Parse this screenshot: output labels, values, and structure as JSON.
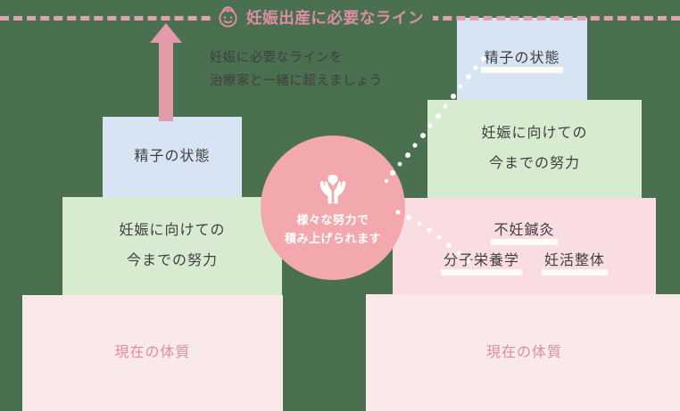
{
  "colors": {
    "background": "#4a7050",
    "goal_line": "#e3a0ae",
    "goal_text": "#de8ea2",
    "blue_box": "#d7e4f3",
    "green_box": "#d7ebd1",
    "pink_deep_box": "#f9dde2",
    "pink_soft_box": "#fae9e9",
    "circle": "#f2a8ad",
    "dark_text": "#3f3f3f",
    "pink_text": "#dd8ea0",
    "marker_highlight": "#fffdf4"
  },
  "goal": {
    "icon": "baby-face-icon",
    "label": "妊娠出産に必要なライン"
  },
  "annotation": {
    "line1": "妊娠に必要なラインを",
    "line2": "治療家と一緒に超えましょう"
  },
  "arrow": {
    "icon": "up-arrow-icon",
    "direction": "up"
  },
  "center_circle": {
    "icon": "hands-holding-heart-icon",
    "line1": "様々な努力で",
    "line2": "積み上げられます"
  },
  "left_stack": {
    "sperm": {
      "label": "精子の状態"
    },
    "effort": {
      "line1": "妊娠に向けての",
      "line2": "今までの努力"
    },
    "constitution": {
      "label": "現在の体質"
    }
  },
  "right_stack": {
    "sperm": {
      "label": "精子の状態",
      "highlighted": true
    },
    "effort": {
      "line1": "妊娠に向けての",
      "line2": "今までの努力"
    },
    "treatments": {
      "row1": [
        "不妊鍼灸"
      ],
      "row2": [
        "分子栄養学",
        "妊活整体"
      ]
    },
    "constitution": {
      "label": "現在の体質"
    }
  },
  "trails": {
    "upper": "sparkle-dots-trail-icon",
    "lower": "sparkle-dots-trail-icon"
  }
}
